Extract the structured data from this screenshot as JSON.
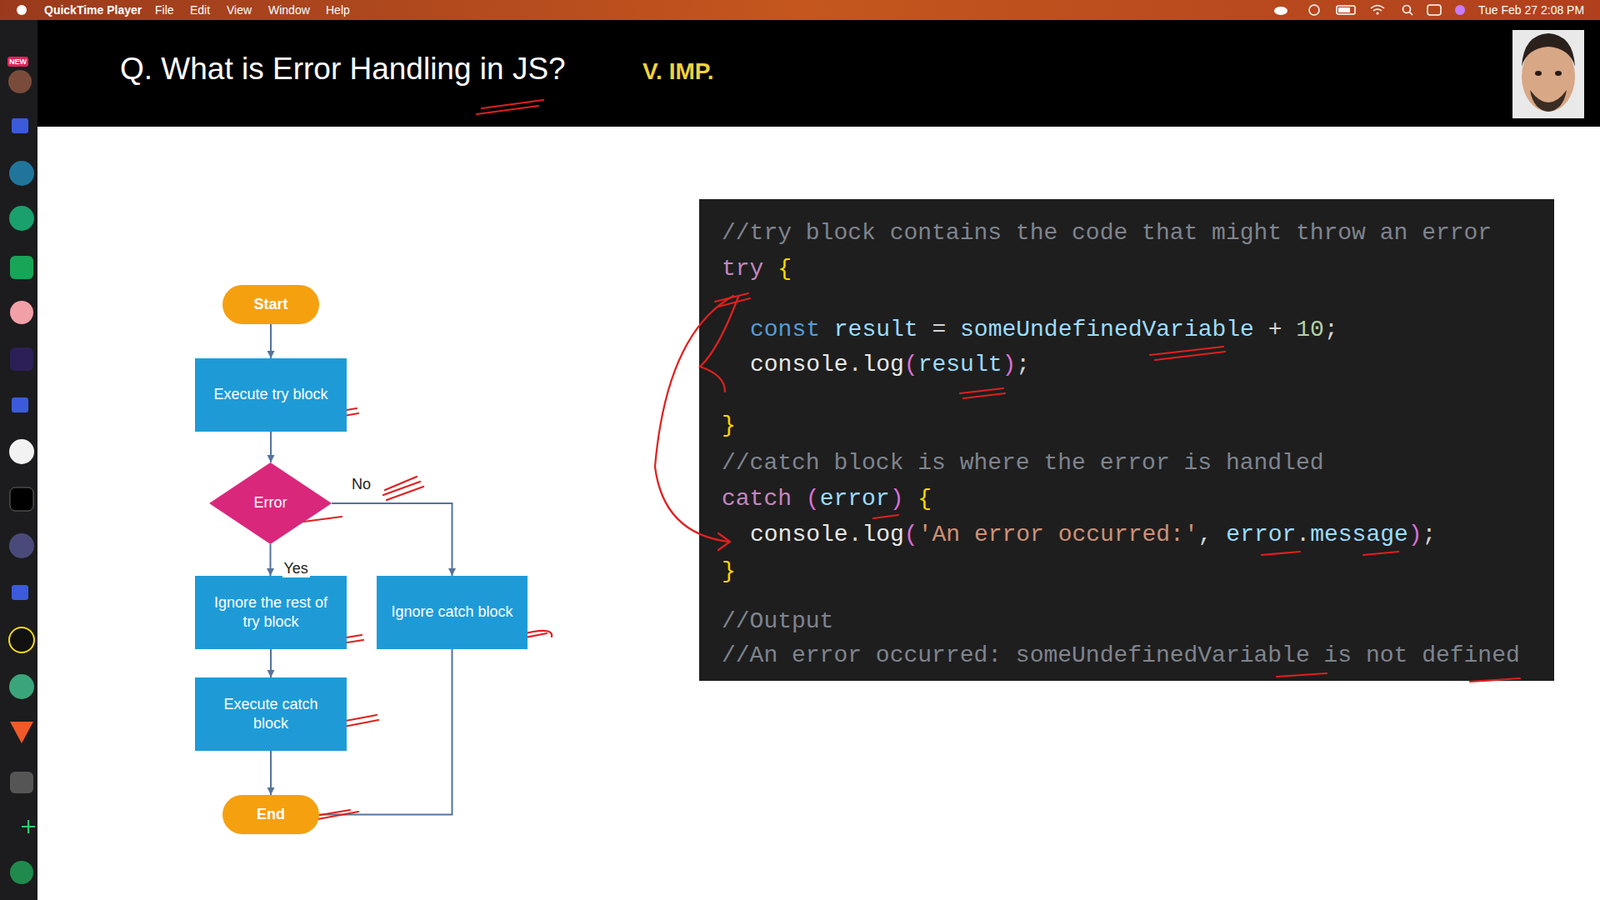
{
  "diagram": {
    "title": "Q. What is Error Handling in JS?",
    "nodes": [
      {
        "text": [
          "Start"
        ]
      },
      {
        "text": [
          "Execute try block"
        ]
      },
      {
        "text": [
          "Error"
        ]
      },
      {
        "text": [
          "Ignore the rest of try block"
        ]
      },
      {
        "text": [
          "Ignore catch block"
        ]
      },
      {
        "text": [
          "Execute catch block"
        ]
      },
      {
        "text": [
          "End"
        ]
      }
    ],
    "edges": [
      {
        "from": 0,
        "to": 1,
        "arrow": "to"
      },
      {
        "from": 1,
        "to": 2,
        "arrow": "to"
      },
      {
        "from": 2,
        "to": 3,
        "label": "Yes",
        "arrow": "to"
      },
      {
        "from": 2,
        "to": 4,
        "label": "No",
        "arrow": "to"
      },
      {
        "from": 3,
        "to": 5,
        "arrow": "to"
      },
      {
        "from": 5,
        "to": 6,
        "arrow": "to"
      },
      {
        "from": 4,
        "to": 6,
        "arrow": "none"
      }
    ],
    "labels": [
      "NEW",
      "QuickTime Player",
      "File",
      "Edit",
      "View",
      "Window",
      "Help",
      "Tue Feb 27 2:08 PM",
      "V. IMP.",
      "//try block contains the code that might throw an error",
      "try",
      "{",
      "const",
      "result",
      "=",
      "someUndefinedVariable",
      "+",
      "10",
      ";",
      "console",
      ".",
      "log",
      "(",
      "result",
      ")",
      ";",
      "}",
      "//catch block is where the error is handled",
      "catch",
      "(",
      "error",
      ")",
      "{",
      "console",
      ".",
      "log",
      "(",
      "'An error occurred:'",
      ",",
      "error",
      ".",
      "message",
      ")",
      ";",
      "}",
      "//Output",
      "//An error occurred: someUndefinedVariable is not defined"
    ]
  }
}
